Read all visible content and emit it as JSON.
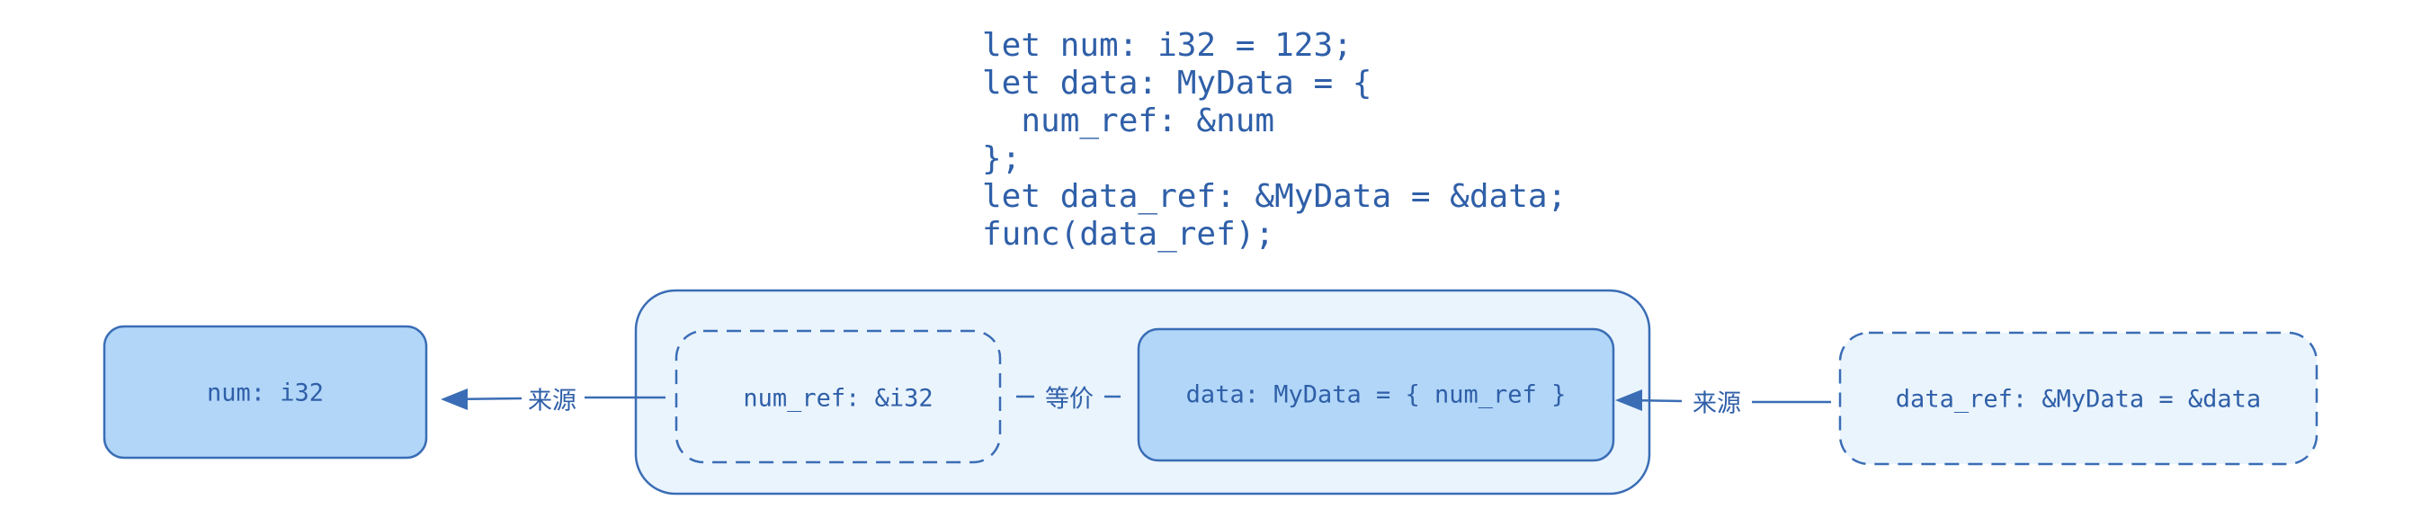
{
  "code": [
    "let num: i32 = 123;",
    "let data: MyData = {",
    "  num_ref: &num",
    "};",
    "let data_ref: &MyData = &data;",
    "func(data_ref);"
  ],
  "boxes": {
    "num": "num: i32",
    "num_ref": "num_ref: &i32",
    "data": "data: MyData = { num_ref }",
    "data_ref": "data_ref: &MyData = &data"
  },
  "connectors": {
    "source_left": "来源",
    "equivalent": "等价",
    "source_right": "来源"
  },
  "colors": {
    "stroke": "#3a6db5",
    "text": "#2f5fa8",
    "solid_fill": "#b1d6f8",
    "light_fill": "#eaf4fd"
  }
}
